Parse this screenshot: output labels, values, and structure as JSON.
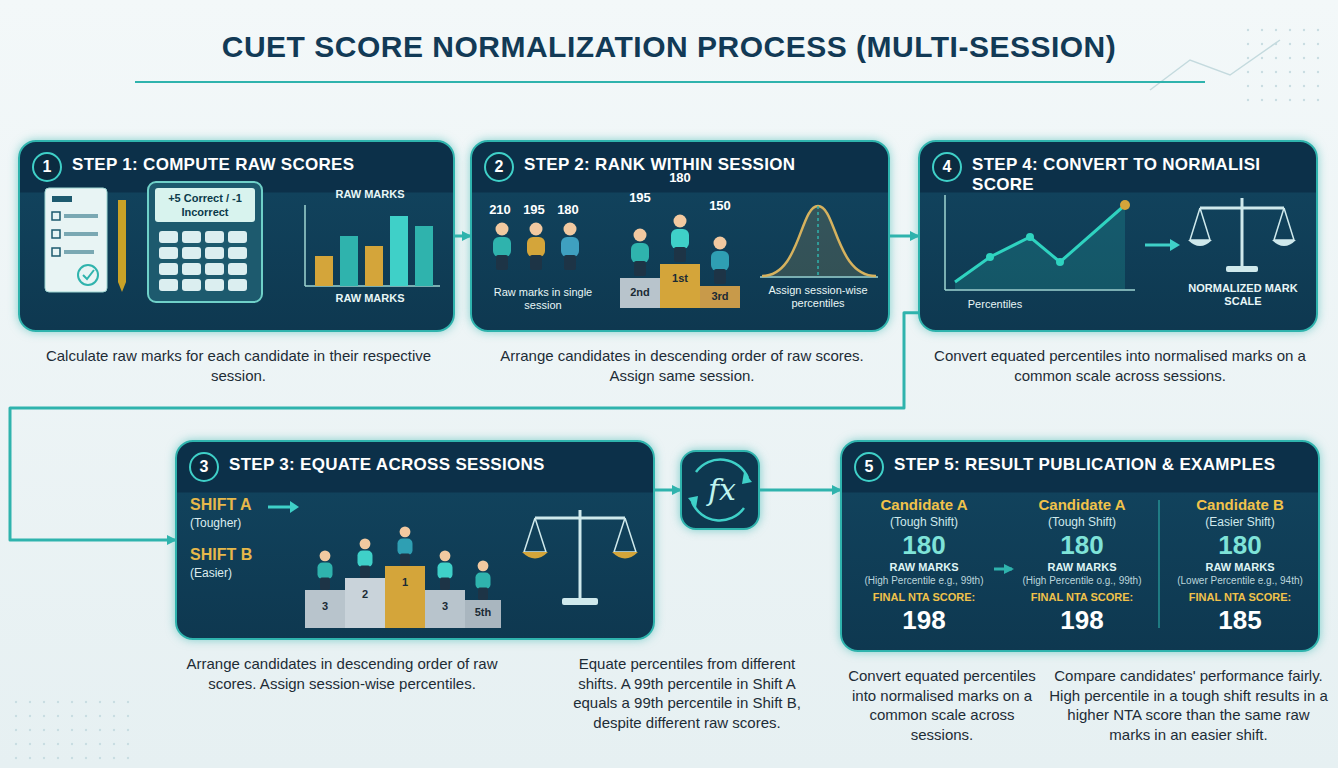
{
  "diagram": {
    "title": "CUET SCORE NORMALIZATION PROCESS (MULTI-SESSION)",
    "nodes": [
      {
        "text": [
          "1",
          "STEP 1: COMPUTE RAW SCORES",
          "Calculate raw marks for each candidate in their respective session."
        ]
      },
      {
        "text": [
          "2",
          "STEP 2: RANK WITHIN SESSION",
          "Arrange candidates in descending order of raw scores. Assign same session."
        ]
      },
      {
        "text": [
          "4",
          "STEP 4: CONVERT TO NORMALISI SCORE",
          "Convert equated percentiles into normalised marks on a common scale across sessions."
        ]
      },
      {
        "text": [
          "3",
          "STEP 3: EQUATE ACROSS SESSIONS",
          "Arrange candidates in descending order of raw scores. Assign session-wise percentiles.",
          "Equate percentiles from different shifts. A 99th percentile in Shift A equals a 99th percentile in Shift B, despite different raw scores."
        ]
      },
      {
        "text": [
          "fx"
        ]
      },
      {
        "text": [
          "5",
          "STEP 5: RESULT PUBLICATION & EXAMPLES",
          "Convert equated percentiles into normalised marks on a common scale across sessions.",
          "Compare candidates' performance fairly. High percentile in a tough shift results in a higher NTA score than the same raw marks in an easier shift."
        ]
      },
      {
        "text": [
          "Candidate A",
          "(Tough Shift)",
          "180",
          "RAW MARKS",
          "(High Percentile e.g., 99th)",
          "FINAL NTA SCORE:",
          "198"
        ],
        "in": 5
      },
      {
        "text": [
          "Candidate A",
          "(Tough Shift)",
          "180",
          "RAW MARKS",
          "(High Percentile o.g., 99th)",
          "FINAL NTA SCORE:",
          "198"
        ],
        "in": 5
      },
      {
        "text": [
          "Candidate B",
          "(Easier Shift)",
          "180",
          "RAW MARKS",
          "(Lower Percentile e.g., 94th)",
          "FINAL NTA SCORE:",
          "185"
        ],
        "in": 5
      }
    ],
    "edges": [
      {
        "from": 0,
        "to": 1,
        "arrow": "to"
      },
      {
        "from": 1,
        "to": 2,
        "arrow": "to"
      },
      {
        "from": 2,
        "to": 3,
        "arrow": "to"
      },
      {
        "from": 3,
        "to": 4,
        "arrow": "to"
      },
      {
        "from": 4,
        "to": 5,
        "arrow": "to"
      },
      {
        "from": 6,
        "to": 7,
        "arrow": "to"
      }
    ],
    "labels": [
      "+5 Correct / -1 Incorrect",
      "RAW MARKS",
      "RAW MARKS",
      "210",
      "195",
      "180",
      "Raw marks in single session",
      "195",
      "180",
      "150",
      "2nd",
      "1st",
      "3rd",
      "Assign session-wise percentiles",
      "Percentiles",
      "NORMALIZED MARK SCALE",
      "SHIFT A",
      "(Tougher)",
      "SHIFT B",
      "(Easier)",
      "3",
      "2",
      "1",
      "3",
      "5th"
    ]
  }
}
